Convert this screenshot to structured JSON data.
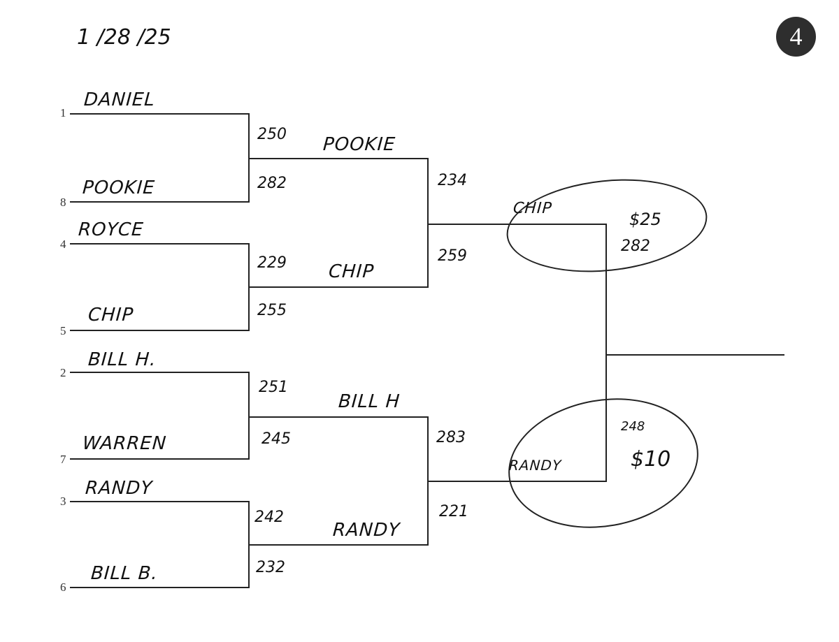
{
  "date": "1 /28 /25",
  "page_badge": "4",
  "round1": [
    {
      "seed": "1",
      "name": "DANIEL"
    },
    {
      "seed": "8",
      "name": "POOKIE"
    },
    {
      "seed": "4",
      "name": "ROYCE"
    },
    {
      "seed": "5",
      "name": "CHIP"
    },
    {
      "seed": "2",
      "name": "BILL H."
    },
    {
      "seed": "7",
      "name": "WARREN"
    },
    {
      "seed": "3",
      "name": "RANDY"
    },
    {
      "seed": "6",
      "name": "BILL B."
    }
  ],
  "round1_scores": [
    "250",
    "282",
    "229",
    "255",
    "251",
    "245",
    "242",
    "232"
  ],
  "round2": [
    "POOKIE",
    "CHIP",
    "BILL H",
    "RANDY"
  ],
  "round2_scores": [
    "234",
    "259",
    "283",
    "221"
  ],
  "round3": [
    {
      "name": "CHIP",
      "prize": "$25",
      "score": "282"
    },
    {
      "name": "RANDY",
      "prize": "$10",
      "score": "248"
    }
  ]
}
